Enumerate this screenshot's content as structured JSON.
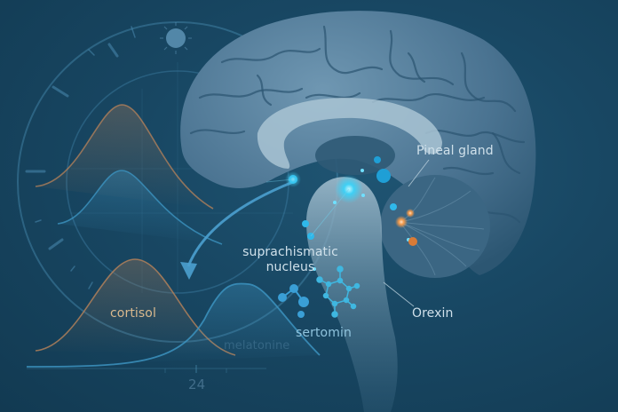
{
  "diagram": {
    "subject": "Sagittal brain section with circadian rhythm hormone curves",
    "colors": {
      "background": "#184763",
      "brain": "#4f7896",
      "brain_highlight": "#9dbccd",
      "glow_blue": "#3fd0f5",
      "glow_orange": "#f2994a",
      "cortisol_curve": "#b9835a",
      "melatonin_curve": "#3c93c0",
      "label_text": "#cfe0ea",
      "cortisol_text": "#d9b98e"
    },
    "labels": {
      "pineal_gland": "Pineal gland",
      "scn_line1": "suprachismatic",
      "scn_line2": "nucleus",
      "orexin": "Orexin",
      "sertomin": "sertomin",
      "cortisol": "cortisol",
      "faint_label": "melatonine",
      "axis_tick": "24"
    },
    "icons": {
      "sun": "sun-icon",
      "clock_dial": "clock-dial",
      "arrow": "curved-arrow-icon",
      "molecule_ring": "molecule-ring-icon",
      "molecule_small": "molecule-cluster-icon"
    }
  }
}
